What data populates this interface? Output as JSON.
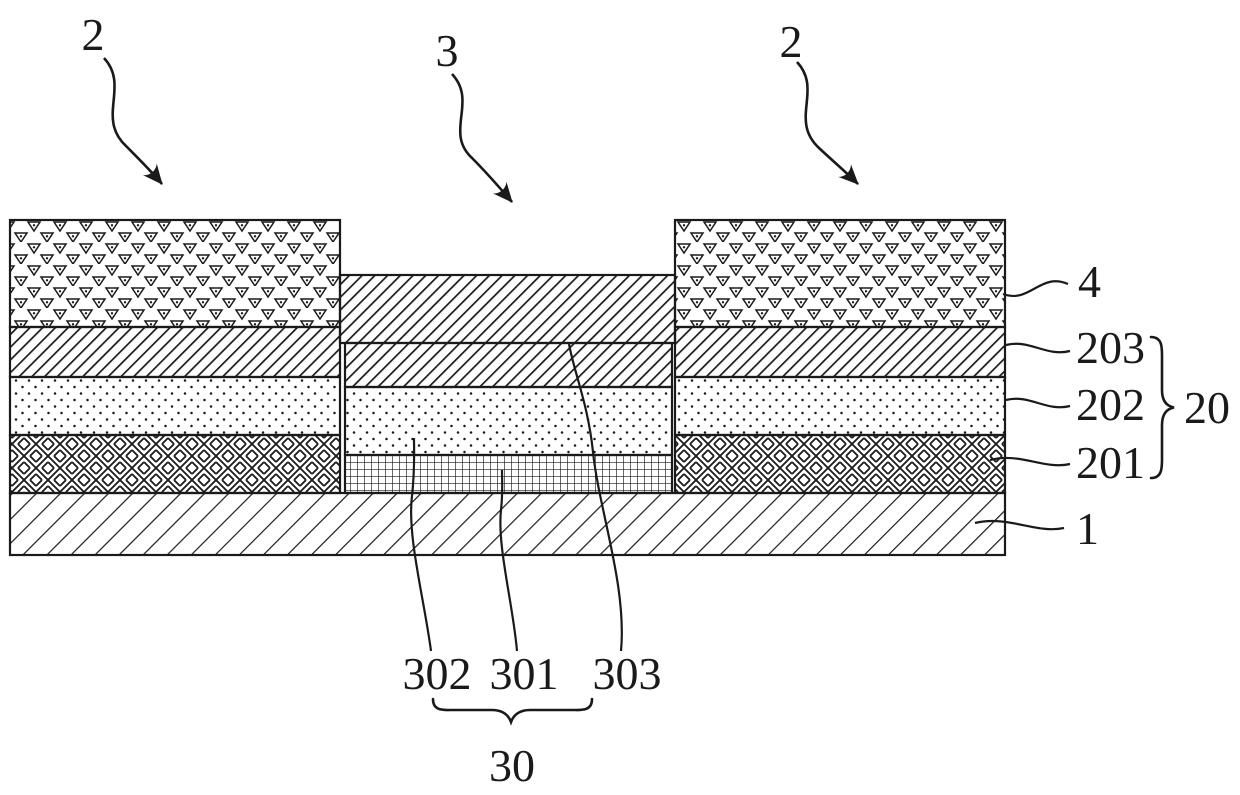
{
  "figure": {
    "labels": {
      "ref2_left": "2",
      "ref3": "3",
      "ref2_right": "2",
      "ref4": "4",
      "ref203": "203",
      "ref202": "202",
      "ref201": "201",
      "ref20": "20",
      "ref1": "1",
      "ref302": "302",
      "ref301": "301",
      "ref303": "303",
      "ref30": "30"
    },
    "colors": {
      "ink": "#1a1a1a",
      "background": "#ffffff"
    }
  }
}
